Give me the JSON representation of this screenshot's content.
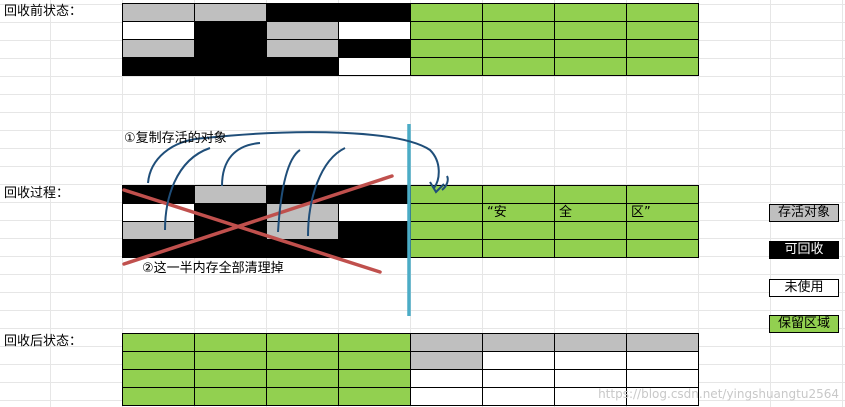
{
  "labels": {
    "before": "回收前状态：",
    "during": "回收过程：",
    "after": "回收后状态："
  },
  "annotations": {
    "copy": "①复制存活的对象",
    "clear": "②这一半内存全部清理掉"
  },
  "legend": [
    {
      "label": "存活对象",
      "state": "gray"
    },
    {
      "label": "可回收",
      "state": "black"
    },
    {
      "label": "未使用",
      "state": "white"
    },
    {
      "label": "保留区域",
      "state": "green"
    }
  ],
  "colors": {
    "gray": "#bfbfbf",
    "black": "#000000",
    "white": "#ffffff",
    "green": "#92d050",
    "cross_red": "#c0504d",
    "arrow_blue": "#1f4e79",
    "divider_cyan": "#4bacc6"
  },
  "grids": {
    "before": [
      [
        "gray",
        "gray",
        "black",
        "black",
        "green",
        "green",
        "green",
        "green"
      ],
      [
        "white",
        "black",
        "gray",
        "white",
        "green",
        "green",
        "green",
        "green"
      ],
      [
        "gray",
        "black",
        "gray",
        "black",
        "green",
        "green",
        "green",
        "green"
      ],
      [
        "black",
        "black",
        "black",
        "white",
        "green",
        "green",
        "green",
        "green"
      ]
    ],
    "during": [
      [
        "black",
        "gray",
        "black",
        "black",
        "green",
        "green",
        "green",
        "green"
      ],
      [
        "white",
        "black",
        "gray",
        "white",
        "green",
        "green",
        "green",
        "green"
      ],
      [
        "gray",
        "black",
        "gray",
        "black",
        "green",
        "green",
        "green",
        "green"
      ],
      [
        "black",
        "black",
        "black",
        "black",
        "green",
        "green",
        "green",
        "green"
      ]
    ],
    "after": [
      [
        "green",
        "green",
        "green",
        "green",
        "gray",
        "gray",
        "gray",
        "gray"
      ],
      [
        "green",
        "green",
        "green",
        "green",
        "gray",
        "white",
        "white",
        "white"
      ],
      [
        "green",
        "green",
        "green",
        "green",
        "white",
        "white",
        "white",
        "white"
      ],
      [
        "green",
        "green",
        "green",
        "green",
        "white",
        "white",
        "white",
        "white"
      ]
    ]
  },
  "safe_zone_text": [
    {
      "row": 1,
      "col": 5,
      "text": "“安"
    },
    {
      "row": 1,
      "col": 6,
      "text": "全"
    },
    {
      "row": 1,
      "col": 7,
      "text": "区”"
    }
  ],
  "watermark": "https://blog.csdn.net/yingshuangtu2564"
}
